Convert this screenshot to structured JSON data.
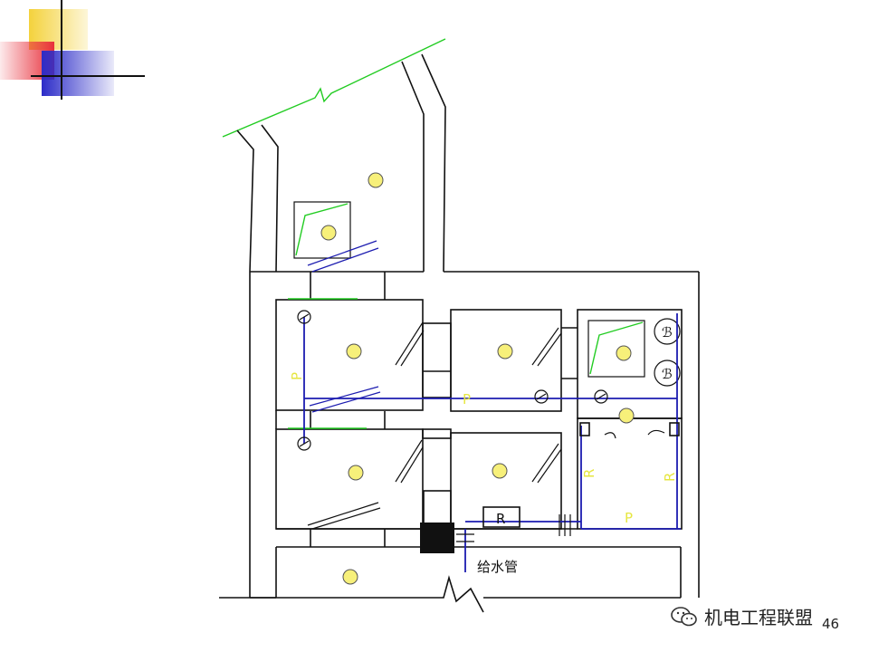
{
  "diagram": {
    "pipe_labels": {
      "riser_left": "P",
      "main_horizontal": "P",
      "bath_riser_left": "R",
      "bath_riser_right": "R",
      "bath_bottom": "P",
      "meter_box": "R"
    },
    "supply_pipe_label": "给水管"
  },
  "watermark": {
    "text": "机电工程联盟",
    "icon": "wechat-icon"
  },
  "page_number": "46",
  "colors": {
    "walls": "#111111",
    "fixture_lines": "#22cc22",
    "pipes": "#1c1cb0",
    "lamps": "#f7f07a",
    "labels": "#e6e640",
    "deco_yellow": "#f4d23c",
    "deco_red": "#e8303c",
    "deco_blue": "#2c2cc8"
  }
}
